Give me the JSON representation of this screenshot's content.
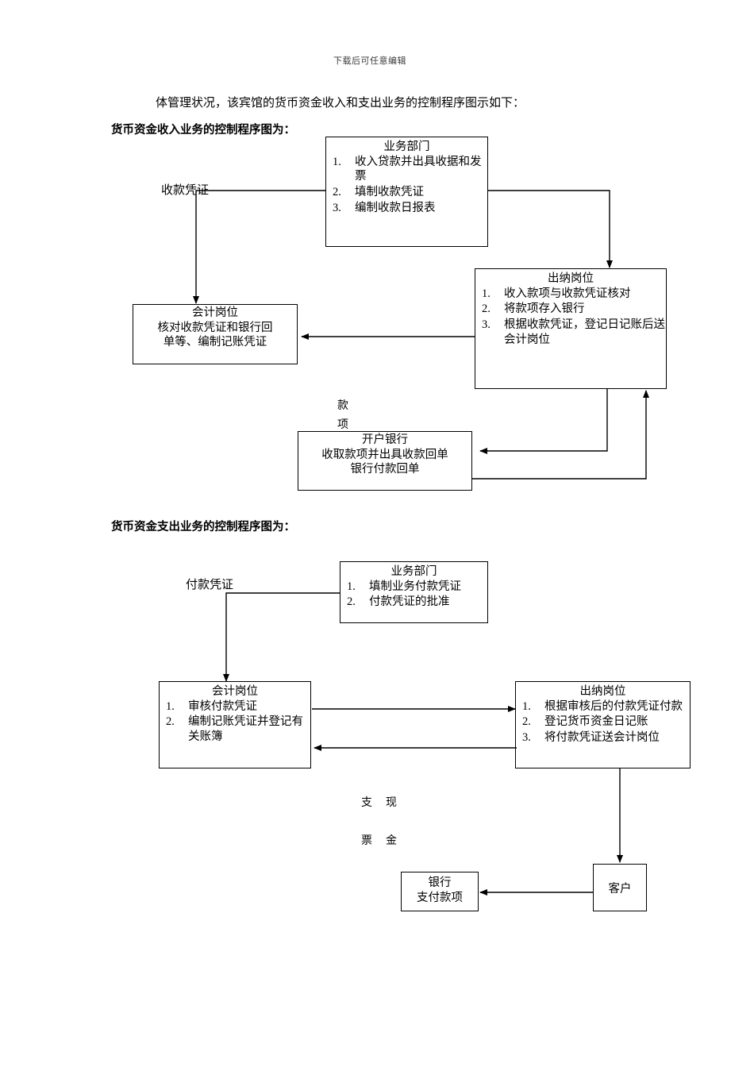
{
  "document": {
    "header_note": "下载后可任意编辑",
    "intro_paragraph": "体管理状况，该宾馆的货币资金收入和支出业务的控制程序图示如下：",
    "section1_title": "货币资金收入业务的控制程序图为：",
    "section2_title": "货币资金支出业务的控制程序图为："
  },
  "diagram1": {
    "name": "货币资金收入业务控制程序图",
    "business_dept": {
      "title": "业务部门",
      "items": [
        {
          "num": "1.",
          "text": "收入贷款并出具收据和发票"
        },
        {
          "num": "2.",
          "text": "填制收款凭证"
        },
        {
          "num": "3.",
          "text": "编制收款日报表"
        }
      ]
    },
    "cashier": {
      "title": "出纳岗位",
      "items": [
        {
          "num": "1.",
          "text": "收入款项与收款凭证核对"
        },
        {
          "num": "2.",
          "text": "将款项存入银行"
        },
        {
          "num": "3.",
          "text": "根据收款凭证，登记日记账后送会计岗位"
        }
      ]
    },
    "accountant": {
      "title": "会计岗位",
      "line1": "核对收款凭证和银行回",
      "line2": "单等、编制记账凭证"
    },
    "bank": {
      "title": "开户银行",
      "line1": "收取款项并出具收款回单"
    },
    "label_receipt_voucher": "收款凭证",
    "label_funds_char1": "款",
    "label_funds_char2": "项",
    "label_clipped_bottom": "银行付款回单"
  },
  "diagram2": {
    "name": "货币资金支出业务控制程序图",
    "business_dept": {
      "title": "业务部门",
      "items": [
        {
          "num": "1.",
          "text": "填制业务付款凭证"
        },
        {
          "num": "2.",
          "text": "付款凭证的批准"
        }
      ]
    },
    "accountant": {
      "title": "会计岗位",
      "items": [
        {
          "num": "1.",
          "text": "审核付款凭证"
        },
        {
          "num": "2.",
          "text": "编制记账凭证并登记有关账簿"
        }
      ]
    },
    "cashier": {
      "title": "出纳岗位",
      "items": [
        {
          "num": "1.",
          "text": "根据审核后的付款凭证付款"
        },
        {
          "num": "2.",
          "text": "登记货币资金日记账"
        },
        {
          "num": "3.",
          "text": "将付款凭证送会计岗位"
        }
      ]
    },
    "bank": {
      "title": "银行",
      "line1": "支付款项"
    },
    "customer": {
      "title": "客户"
    },
    "label_payment_voucher": "付款凭证",
    "label_check_char1": "支",
    "label_check_char2": "票",
    "label_cash_char1": "现",
    "label_cash_char2": "金"
  }
}
